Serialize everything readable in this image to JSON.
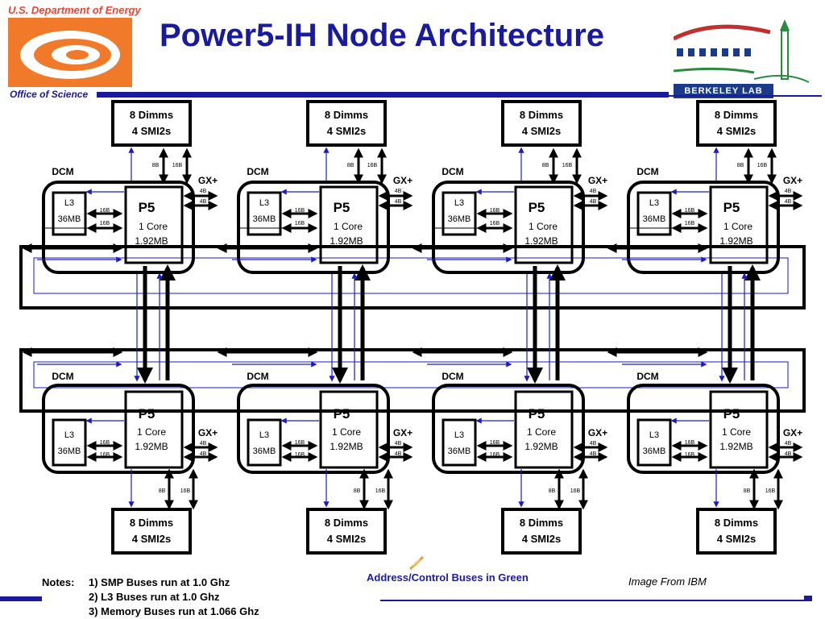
{
  "header": {
    "title": "Power5-IH Node Architecture",
    "doe_line1": "U.S. Department of Energy",
    "doe_line2": "Office of Science",
    "lab_name": "BERKELEY LAB",
    "brand_blue": "#1a1a9c",
    "brand_orange": "#f07a2a"
  },
  "diagram": {
    "dimm_line1": "8 Dimms",
    "dimm_line2": "4 SMI2s",
    "dcm_label": "DCM",
    "gx_label": "GX+",
    "l3_line1": "L3",
    "l3_line2": "36MB",
    "p5_label": "P5",
    "p5_core": "1 Core",
    "p5_cache": "1.92MB",
    "bw_8b": "8B",
    "bw_16b": "16B",
    "bw_4b": "4B",
    "address_bus_color": "#1a1acc"
  },
  "notes": {
    "header": "Notes:",
    "items": [
      "1) SMP Buses run at 1.0 Ghz",
      "2) L3 Buses run at 1.0 Ghz",
      "3) Memory Buses run at 1.066 Ghz"
    ]
  },
  "legend": {
    "address_buses": "Address/Control Buses in Green"
  },
  "credit": "Image From IBM"
}
